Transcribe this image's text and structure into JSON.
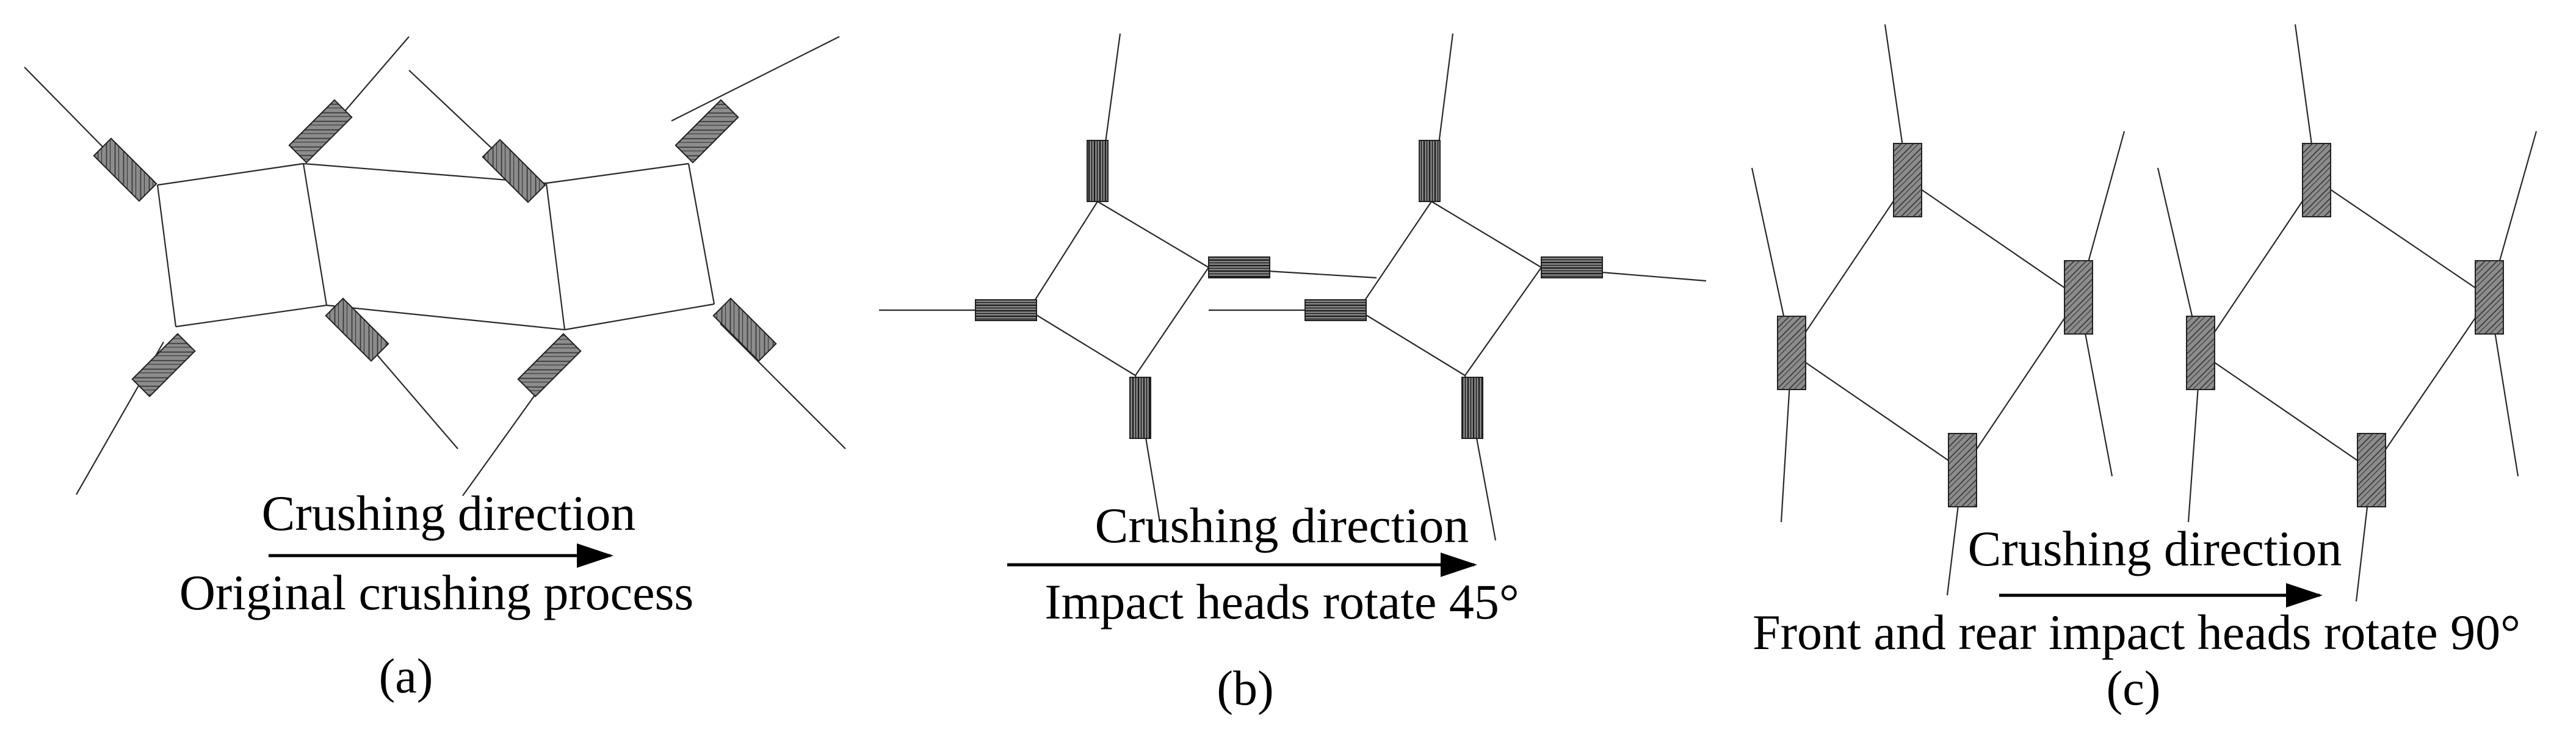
{
  "panels": [
    {
      "id": "a",
      "direction_label": "Crushing direction",
      "process_label": "Original crushing process",
      "caption": "(a)"
    },
    {
      "id": "b",
      "direction_label": "Crushing direction",
      "process_label": "Impact heads rotate 45°",
      "caption": "(b)"
    },
    {
      "id": "c",
      "direction_label": "Crushing direction",
      "process_label": "Front and rear impact heads rotate 90°",
      "caption": "(c)"
    }
  ],
  "colors": {
    "line": "#2a2a2a",
    "head_fill": "#8c8c8c",
    "head_hatch": "#1a1a1a",
    "text": "#000000"
  }
}
